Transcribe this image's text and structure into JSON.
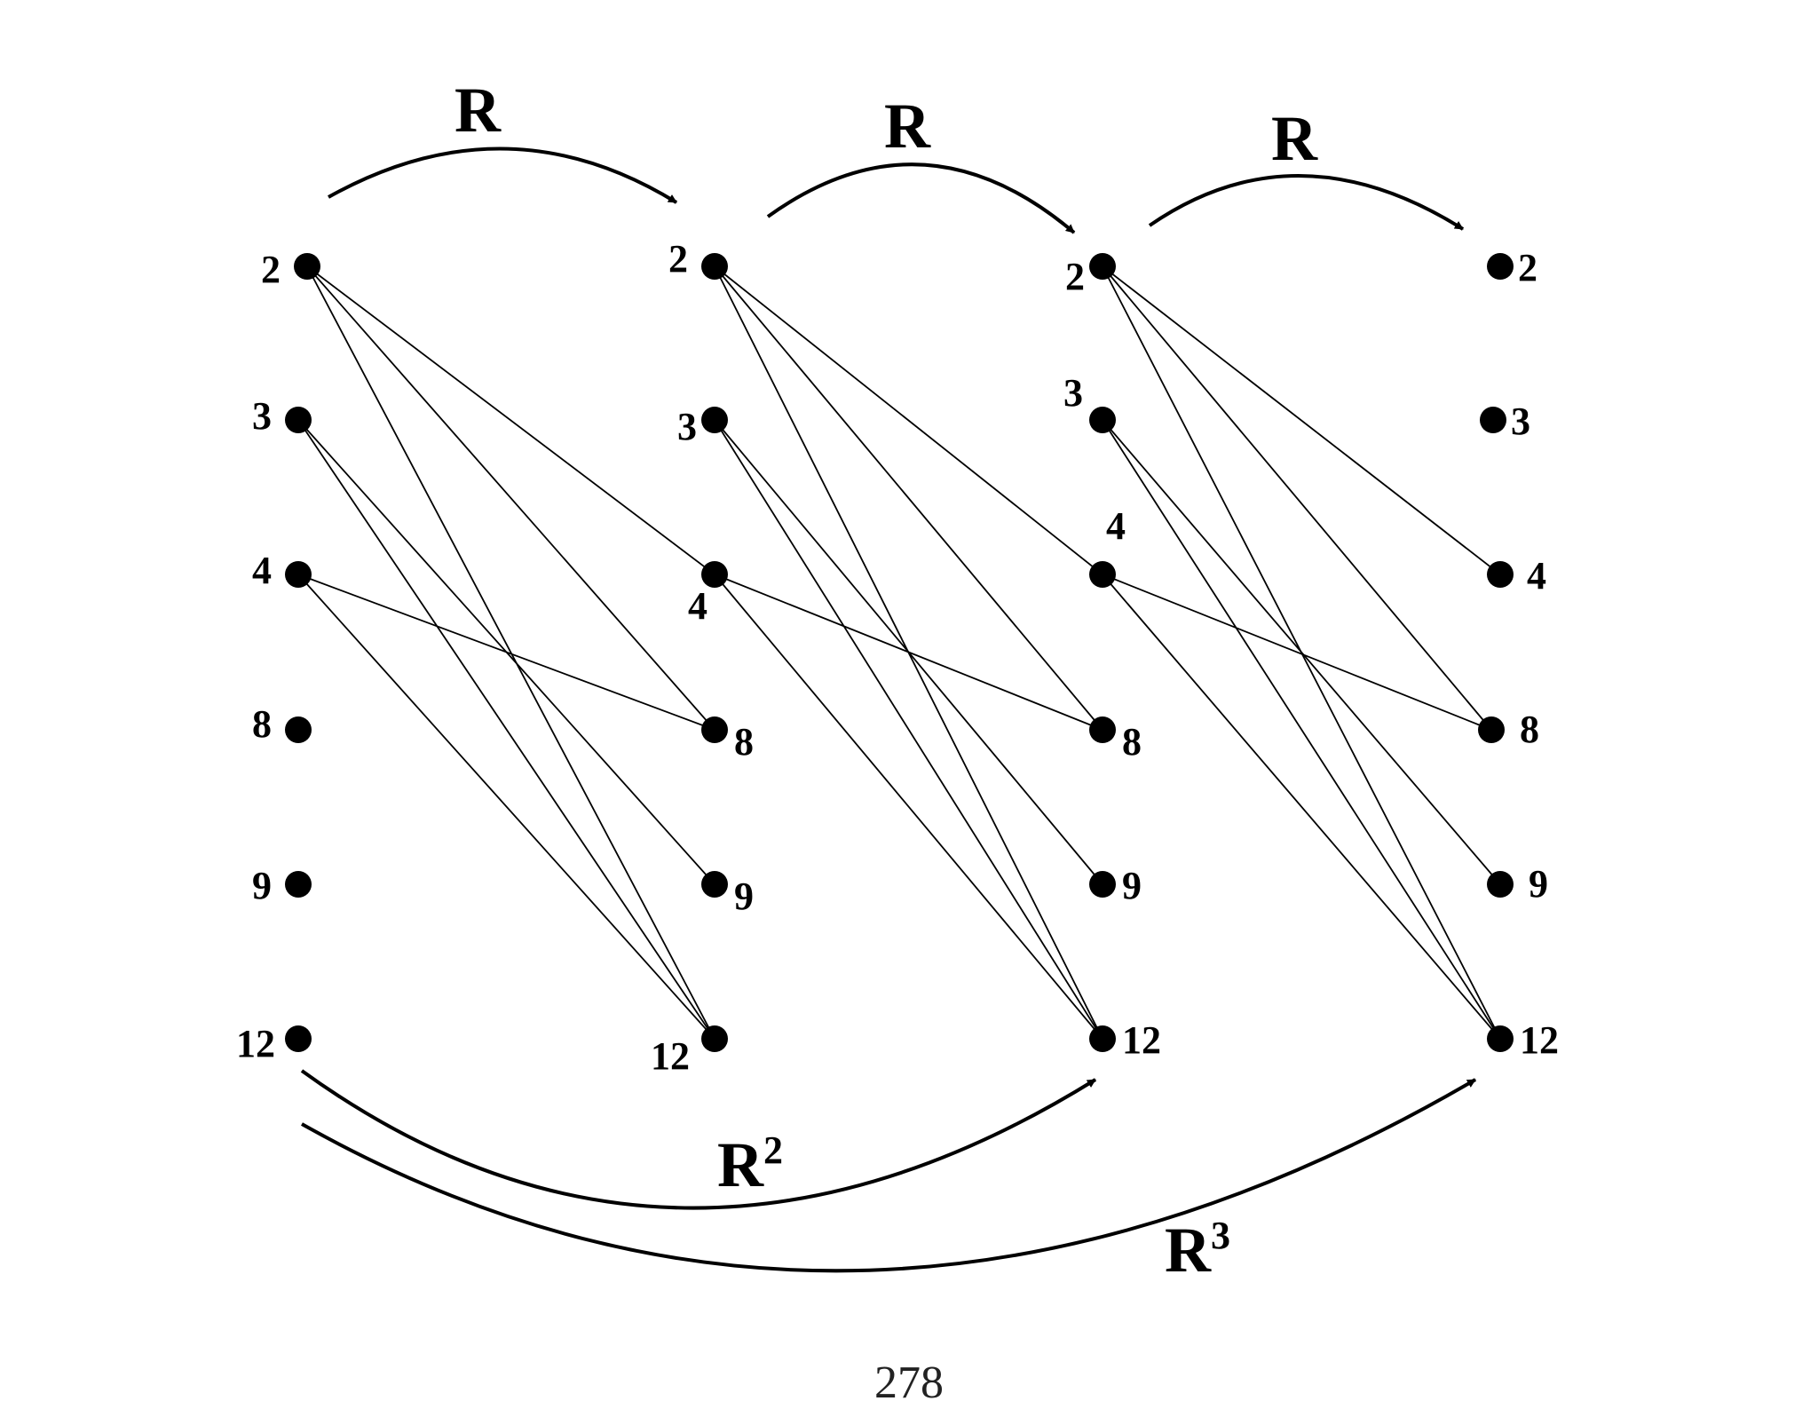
{
  "diagram": {
    "node_values": [
      "2",
      "3",
      "4",
      "8",
      "9",
      "12"
    ],
    "columns": [
      {
        "id": "A",
        "labels": [
          "2",
          "3",
          "4",
          "8",
          "9",
          "12"
        ]
      },
      {
        "id": "B",
        "labels": [
          "2",
          "3",
          "4",
          "8",
          "9",
          "12"
        ]
      },
      {
        "id": "C",
        "labels": [
          "2",
          "3",
          "4",
          "8",
          "9",
          "12"
        ]
      },
      {
        "id": "D",
        "labels": [
          "2",
          "3",
          "4",
          "8",
          "9",
          "12"
        ]
      }
    ],
    "relation": "divides",
    "edges": [
      {
        "from": "2",
        "to": "4"
      },
      {
        "from": "2",
        "to": "8"
      },
      {
        "from": "2",
        "to": "12"
      },
      {
        "from": "3",
        "to": "9"
      },
      {
        "from": "3",
        "to": "12"
      },
      {
        "from": "4",
        "to": "8"
      },
      {
        "from": "4",
        "to": "12"
      }
    ],
    "arrows": [
      {
        "id": "R-1",
        "from": "A",
        "to": "B",
        "label": "R",
        "sup": ""
      },
      {
        "id": "R-2",
        "from": "B",
        "to": "C",
        "label": "R",
        "sup": ""
      },
      {
        "id": "R-3",
        "from": "C",
        "to": "D",
        "label": "R",
        "sup": ""
      },
      {
        "id": "R-squared",
        "from": "A",
        "to": "C",
        "label": "R",
        "sup": "2"
      },
      {
        "id": "R-cubed",
        "from": "A",
        "to": "D",
        "label": "R",
        "sup": "3"
      }
    ]
  },
  "page_number": "278"
}
